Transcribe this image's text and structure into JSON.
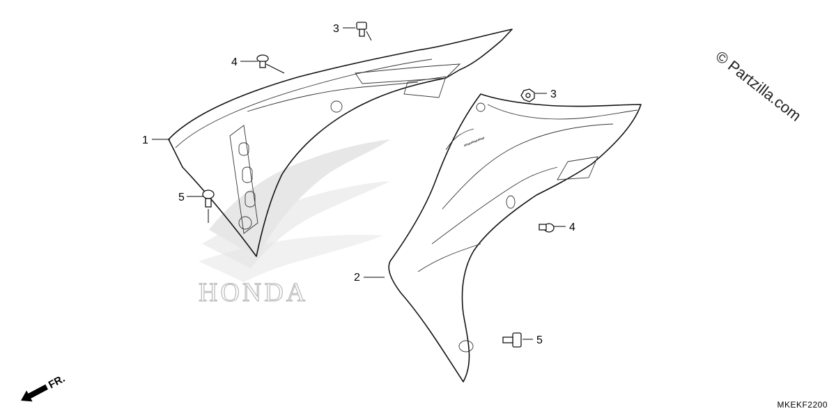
{
  "copyright": "© Partzilla.com",
  "drawing_code": "MKEKF2200",
  "watermark": {
    "brand": "HONDA"
  },
  "direction": {
    "label": "FR."
  },
  "callouts": {
    "c1": "1",
    "c2": "2",
    "c3_top": "3",
    "c3_right": "3",
    "c4_left": "4",
    "c4_right": "4",
    "c5_left": "5",
    "c5_right": "5"
  },
  "colors": {
    "line": "#111111",
    "watermark": "#d4d4d4",
    "background": "#ffffff"
  }
}
